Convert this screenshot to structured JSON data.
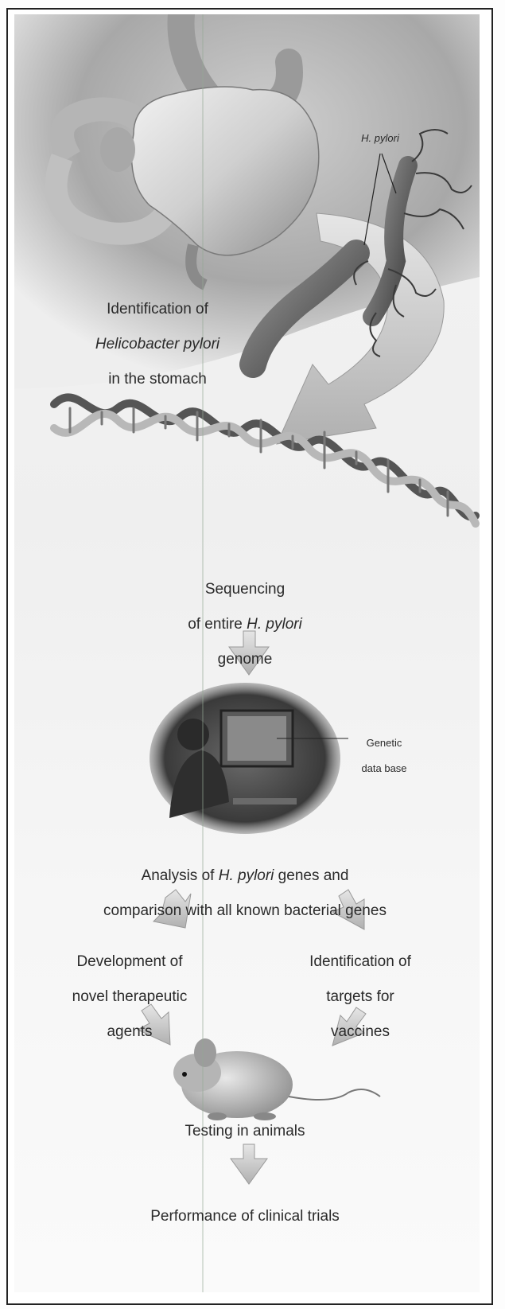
{
  "labels": {
    "h_pylori_callout": "H. pylori",
    "identification": {
      "line1": "Identification of",
      "line2": "Helicobacter pylori",
      "line3": "in the stomach"
    },
    "sequencing": {
      "line1": "Sequencing",
      "line2_prefix": "of entire ",
      "line2_italic": "H. pylori",
      "line3": "genome"
    },
    "genetic_database": {
      "line1": "Genetic",
      "line2": "data base"
    },
    "analysis": {
      "line1_prefix": "Analysis of ",
      "line1_italic": "H. pylori",
      "line1_suffix": " genes and",
      "line2": "comparison with all known bacterial genes"
    },
    "development": {
      "line1": "Development of",
      "line2": "novel therapeutic",
      "line3": "agents"
    },
    "vaccines": {
      "line1": "Identification of",
      "line2": "targets for",
      "line3": "vaccines"
    },
    "testing": "Testing in animals",
    "clinical": "Performance of clinical trials"
  },
  "icons": [
    "stomach-illustration",
    "bacteria-illustration",
    "curved-arrow",
    "dna-helix",
    "down-arrow",
    "computer-user-photo",
    "mouse-illustration"
  ],
  "colors": {
    "background": "#f1f1f1",
    "border": "#222222",
    "arrow": "#b8b8b8",
    "text": "#2a2a2a"
  }
}
